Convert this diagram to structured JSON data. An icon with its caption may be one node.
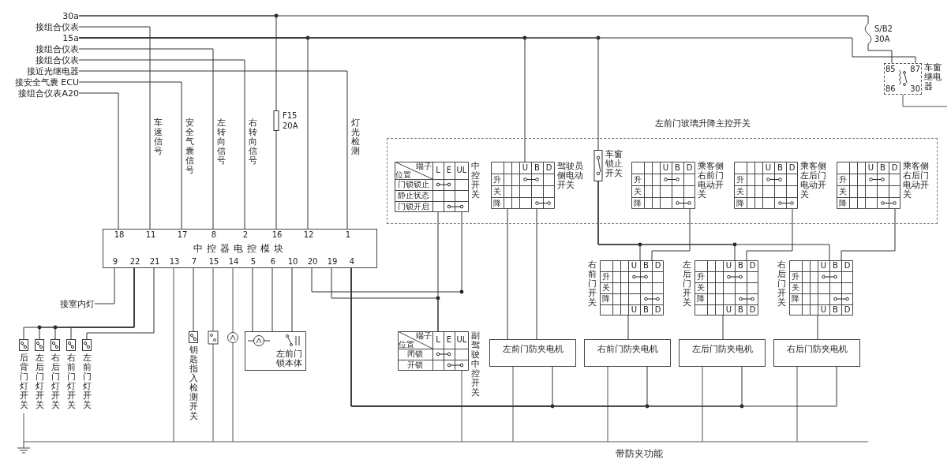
{
  "diagram": {
    "caption": "带防夹功能",
    "nodes": [
      {
        "text": [
          "30a"
        ]
      },
      {
        "text": [
          "接组合仪表"
        ]
      },
      {
        "text": [
          "15a"
        ]
      },
      {
        "text": [
          "接组合仪表"
        ]
      },
      {
        "text": [
          "接组合仪表"
        ]
      },
      {
        "text": [
          "接近光继电器"
        ]
      },
      {
        "text": [
          "接安全气囊 ECU"
        ]
      },
      {
        "text": [
          "接组合仪表A20"
        ]
      },
      {
        "text": [
          "F15 20A"
        ]
      },
      {
        "text": [
          "中控器电控模块",
          "18",
          "11",
          "17",
          "8",
          "2",
          "16",
          "12",
          "1",
          "9",
          "22",
          "21",
          "13",
          "7",
          "15",
          "14",
          "5",
          "6",
          "10",
          "20",
          "19",
          "4"
        ]
      },
      {
        "text": [
          "接室内灯"
        ]
      },
      {
        "text": [
          "后背门灯开关"
        ]
      },
      {
        "text": [
          "左后门灯开关"
        ]
      },
      {
        "text": [
          "右后门灯开关"
        ]
      },
      {
        "text": [
          "右前门灯开关"
        ]
      },
      {
        "text": [
          "左前门灯开关"
        ]
      },
      {
        "text": [
          "钥匙指入检测开关"
        ]
      },
      {
        "text": [
          "左前门锁本体"
        ]
      },
      {
        "text": [
          "左前门玻璃升降主控开关"
        ]
      },
      {
        "text": [
          "端子",
          "位置",
          "L",
          "E",
          "UL",
          "门锁锁止",
          "静止状态",
          "门锁开启",
          "中控开关"
        ],
        "in": 18
      },
      {
        "text": [
          "U",
          "B",
          "D",
          "升",
          "关",
          "降",
          "驾驶员侧电动开关"
        ],
        "in": 18
      },
      {
        "text": [
          "车窗锁止开关"
        ],
        "in": 18
      },
      {
        "text": [
          "U",
          "B",
          "D",
          "升",
          "关",
          "降",
          "乘客侧右前门电动开关"
        ],
        "in": 18
      },
      {
        "text": [
          "U",
          "B",
          "D",
          "升",
          "关",
          "降",
          "乘客侧左后门电动开关"
        ],
        "in": 18
      },
      {
        "text": [
          "U",
          "B",
          "D",
          "升",
          "关",
          "降",
          "乘客侧右后门电动开关"
        ],
        "in": 18
      },
      {
        "text": [
          "端子",
          "位置",
          "L",
          "E",
          "UL",
          "闭锁",
          "开锁",
          "副驾驶中控开关"
        ]
      },
      {
        "text": [
          "右前门开关",
          "U",
          "B",
          "D",
          "升",
          "关",
          "降",
          "U",
          "B",
          "D"
        ]
      },
      {
        "text": [
          "左后门开关",
          "U",
          "B",
          "D",
          "升",
          "关",
          "降",
          "U",
          "B",
          "D"
        ]
      },
      {
        "text": [
          "右后门开关",
          "U",
          "B",
          "D",
          "升",
          "关",
          "降",
          "U",
          "B",
          "D"
        ]
      },
      {
        "text": [
          "左前门防夹电机"
        ]
      },
      {
        "text": [
          "右前门防夹电机"
        ]
      },
      {
        "text": [
          "左后门防夹电机"
        ]
      },
      {
        "text": [
          "右后门防夹电机"
        ]
      },
      {
        "text": [
          "S/B2 30A"
        ]
      },
      {
        "text": [
          "85",
          "87",
          "86",
          "30",
          "车窗继电器"
        ]
      }
    ],
    "edges": [
      {
        "from": 0,
        "to": 8,
        "arrow": "none"
      },
      {
        "from": 8,
        "to": 9,
        "arrow": "none"
      },
      {
        "from": 1,
        "to": 9,
        "arrow": "none"
      },
      {
        "from": 2,
        "to": 9,
        "arrow": "none"
      },
      {
        "from": 3,
        "to": 9,
        "arrow": "none"
      },
      {
        "from": 4,
        "to": 9,
        "arrow": "none"
      },
      {
        "from": 5,
        "to": 9,
        "arrow": "none"
      },
      {
        "from": 6,
        "to": 9,
        "arrow": "none"
      },
      {
        "from": 7,
        "to": 9,
        "arrow": "none"
      },
      {
        "from": 0,
        "to": 33,
        "arrow": "none"
      },
      {
        "from": 2,
        "to": 34,
        "arrow": "none"
      },
      {
        "from": 33,
        "to": 34,
        "arrow": "none"
      },
      {
        "from": 2,
        "to": 20,
        "arrow": "none"
      },
      {
        "from": 2,
        "to": 21,
        "arrow": "none"
      },
      {
        "from": 9,
        "to": 10,
        "arrow": "none"
      },
      {
        "from": 9,
        "to": 11,
        "arrow": "none"
      },
      {
        "from": 9,
        "to": 12,
        "arrow": "none"
      },
      {
        "from": 9,
        "to": 13,
        "arrow": "none"
      },
      {
        "from": 9,
        "to": 14,
        "arrow": "none"
      },
      {
        "from": 9,
        "to": 15,
        "arrow": "none"
      },
      {
        "from": 9,
        "to": 16,
        "arrow": "none"
      },
      {
        "from": 9,
        "to": 17,
        "arrow": "none"
      },
      {
        "from": 9,
        "to": 17,
        "arrow": "none"
      },
      {
        "from": 9,
        "to": 17,
        "arrow": "none"
      },
      {
        "from": 9,
        "to": 19,
        "arrow": "none"
      },
      {
        "from": 9,
        "to": 25,
        "arrow": "none"
      },
      {
        "from": 19,
        "to": 25,
        "arrow": "none"
      },
      {
        "from": 9,
        "to": 29,
        "arrow": "none"
      },
      {
        "from": 9,
        "to": 30,
        "arrow": "none"
      },
      {
        "from": 9,
        "to": 31,
        "arrow": "none"
      },
      {
        "from": 9,
        "to": 32,
        "arrow": "none"
      },
      {
        "from": 20,
        "to": 29,
        "arrow": "none"
      },
      {
        "from": 20,
        "to": 29,
        "arrow": "none"
      },
      {
        "from": 22,
        "to": 26,
        "arrow": "none"
      },
      {
        "from": 23,
        "to": 27,
        "arrow": "none"
      },
      {
        "from": 24,
        "to": 28,
        "arrow": "none"
      },
      {
        "from": 26,
        "to": 30,
        "arrow": "none"
      },
      {
        "from": 27,
        "to": 31,
        "arrow": "none"
      },
      {
        "from": 28,
        "to": 32,
        "arrow": "none"
      },
      {
        "from": 21,
        "to": 26,
        "arrow": "none"
      },
      {
        "from": 21,
        "to": 27,
        "arrow": "none"
      },
      {
        "from": 21,
        "to": 28,
        "arrow": "none"
      }
    ],
    "labels": [
      "车速信号",
      "安全气囊信号",
      "左转向信号",
      "右转向信号",
      "灯光检测"
    ]
  }
}
